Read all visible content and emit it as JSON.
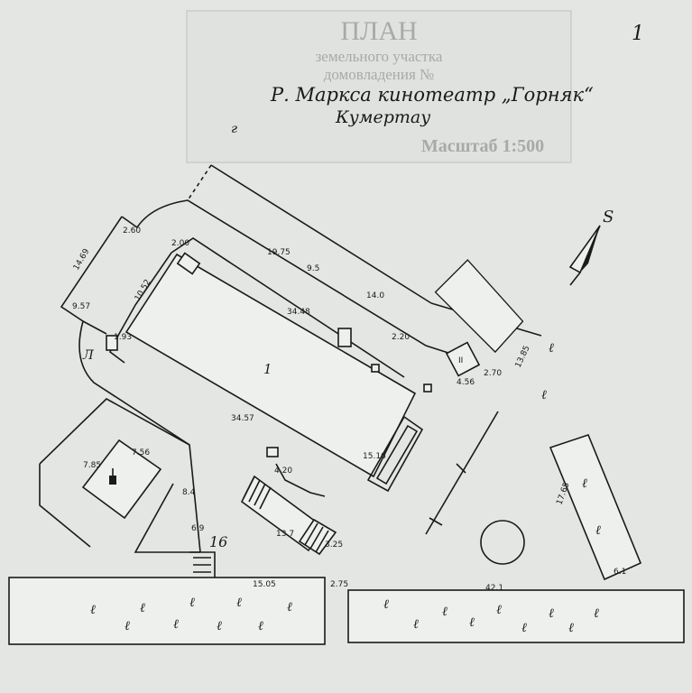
{
  "page_number": "1",
  "stamp": {
    "title": "ПЛАН",
    "line2": "земельного участка",
    "line3": "домовладения №",
    "scale": "Масштаб 1:500"
  },
  "header": {
    "line1": "Р. Маркса   кинотеатр „Горняк“",
    "line2": "Кумертау"
  },
  "north_label": "S",
  "labels": {
    "building_main": "1",
    "annex": "II",
    "letter": "Л",
    "stamp_pink": "16"
  },
  "dimensions": {
    "d_2_60": "2.60",
    "d_14_69": "14.69",
    "d_9_57": "9.57",
    "d_2_00": "2.00",
    "d_19_75": "19.75",
    "d_9_5": "9.5",
    "d_14_0": "14.0",
    "d_10_52": "10.52",
    "d_34_48": "34.48",
    "d_1_93": "1.93",
    "d_2_20": "2.20",
    "d_4_56": "4.56",
    "d_2_70": "2.70",
    "d_13_85": "13.85",
    "d_34_57": "34.57",
    "d_15_16": "15.16",
    "d_7_85": "7.85",
    "d_7_56": "7.56",
    "d_4_20": "4.20",
    "d_8_4": "8.4",
    "d_6_9": "6.9",
    "d_13_7": "13.7",
    "d_3_25": "3.25",
    "d_17_65": "17.65",
    "d_15_05": "15.05",
    "d_2_75": "2.75",
    "d_42_1": "42.1",
    "d_6_1": "6.1"
  },
  "tree_glyph": "ℓ"
}
